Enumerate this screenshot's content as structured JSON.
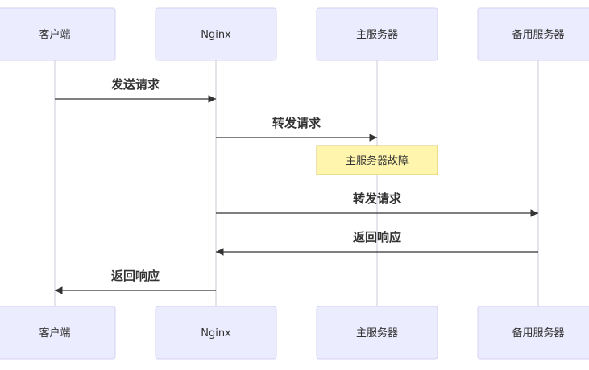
{
  "participants": [
    {
      "id": "client",
      "label": "客户端"
    },
    {
      "id": "nginx",
      "label": "Nginx"
    },
    {
      "id": "primary",
      "label": "主服务器"
    },
    {
      "id": "backup",
      "label": "备用服务器"
    }
  ],
  "messages": [
    {
      "from": "client",
      "to": "nginx",
      "label": "发送请求"
    },
    {
      "from": "nginx",
      "to": "primary",
      "label": "转发请求"
    },
    {
      "from": "nginx",
      "to": "backup",
      "label": "转发请求"
    },
    {
      "from": "backup",
      "to": "nginx",
      "label": "返回响应"
    },
    {
      "from": "nginx",
      "to": "client",
      "label": "返回响应"
    }
  ],
  "notes": [
    {
      "over": "primary",
      "text": "主服务器故障"
    }
  ],
  "colors": {
    "actor_fill": "#ececff",
    "actor_stroke": "#d4d0f0",
    "note_fill": "#fff5ad",
    "note_stroke": "#d6c666",
    "line": "#333333",
    "lifeline": "#c9c9d6"
  }
}
